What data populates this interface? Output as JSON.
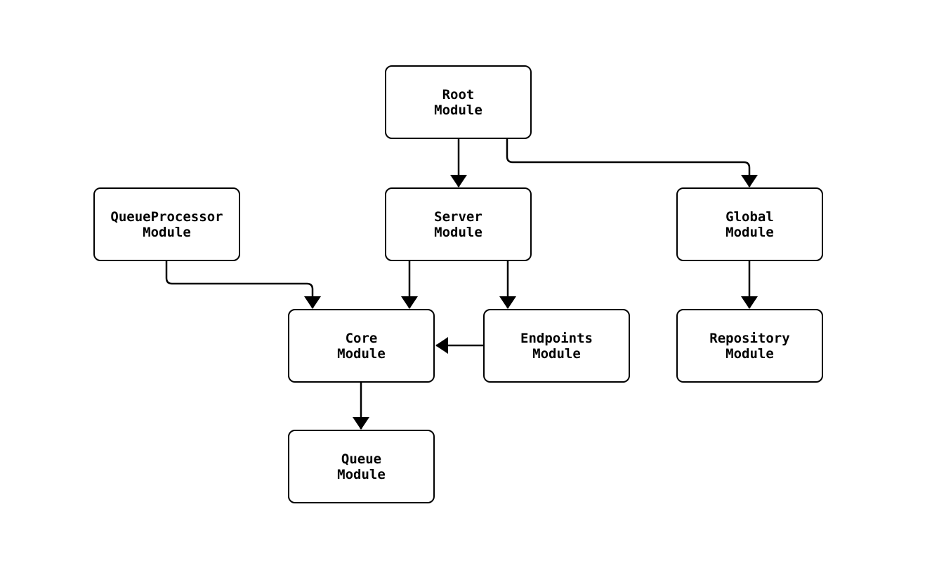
{
  "diagram": {
    "type": "module-dependency-flowchart",
    "colors": {
      "background": "#ffffff",
      "node_fill": "#ffffff",
      "stroke": "#000000",
      "text": "#000000"
    },
    "nodes": {
      "root": {
        "label": "Root\nModule"
      },
      "queueprocessor": {
        "label": "QueueProcessor\nModule"
      },
      "server": {
        "label": "Server\nModule"
      },
      "global": {
        "label": "Global\nModule"
      },
      "core": {
        "label": "Core\nModule"
      },
      "endpoints": {
        "label": "Endpoints\nModule"
      },
      "repository": {
        "label": "Repository\nModule"
      },
      "queue": {
        "label": "Queue\nModule"
      }
    },
    "edges": [
      {
        "from": "Root Module",
        "to": "Server Module"
      },
      {
        "from": "Root Module",
        "to": "Global Module"
      },
      {
        "from": "QueueProcessor Module",
        "to": "Core Module"
      },
      {
        "from": "Server Module",
        "to": "Core Module"
      },
      {
        "from": "Server Module",
        "to": "Endpoints Module"
      },
      {
        "from": "Endpoints Module",
        "to": "Core Module"
      },
      {
        "from": "Global Module",
        "to": "Repository Module"
      },
      {
        "from": "Core Module",
        "to": "Queue Module"
      }
    ]
  }
}
